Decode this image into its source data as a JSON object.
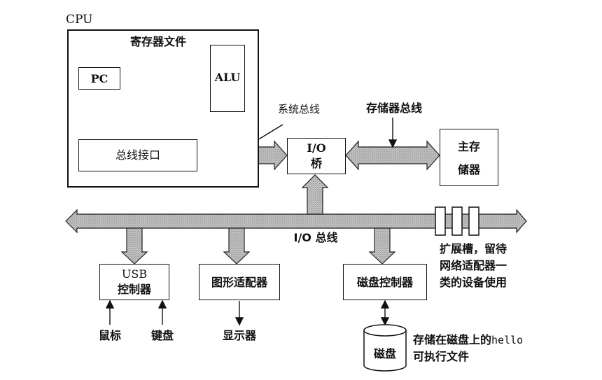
{
  "cpu": {
    "title": "CPU",
    "register_file": "寄存器文件",
    "pc": "PC",
    "alu": "ALU",
    "bus_interface": "总线接口"
  },
  "buses": {
    "system_bus": "系统总线",
    "memory_bus": "存储器总线",
    "io_bus": "I/O 总线"
  },
  "io_bridge": {
    "line1": "I/O",
    "line2": "桥"
  },
  "main_memory": {
    "line1": "主存",
    "line2": "储器"
  },
  "usb_controller": {
    "line1": "USB",
    "line2": "控制器"
  },
  "graphics_adapter": "图形适配器",
  "disk_controller": "磁盘控制器",
  "expansion_slots": {
    "line1": "扩展槽，留待",
    "line2": "网络适配器一",
    "line3": "类的设备使用"
  },
  "mouse": "鼠标",
  "keyboard": "键盘",
  "display": "显示器",
  "disk": "磁盘",
  "disk_note": {
    "prefix": "存储在磁盘上的",
    "code": "hello",
    "line2": "可执行文件"
  }
}
